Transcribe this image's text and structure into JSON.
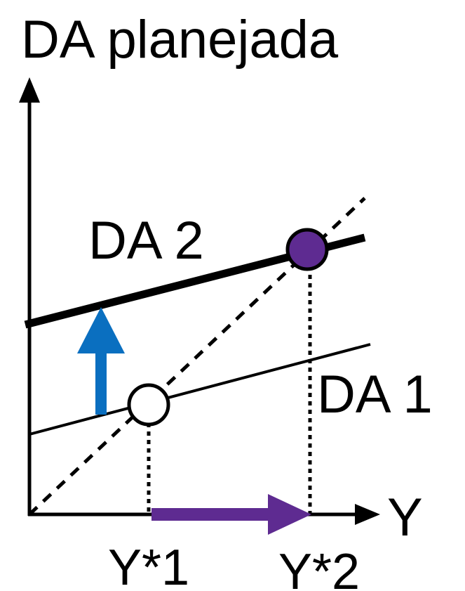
{
  "diagram": {
    "y_axis_label": "DA planejada",
    "x_axis_label": "Y",
    "curves": [
      {
        "id": "da1",
        "label": "DA 1"
      },
      {
        "id": "da2",
        "label": "DA 2"
      }
    ],
    "equilibria": [
      {
        "label": "Y*1",
        "marker": "open-circle"
      },
      {
        "label": "Y*2",
        "marker": "filled-circle"
      }
    ],
    "colors": {
      "axis": "#000000",
      "shift_up_arrow": "#0a6fc0",
      "shift_right_arrow": "#5e2b91",
      "equilibrium_filled": "#5e2b91",
      "equilibrium_open": "#ffffff"
    },
    "legend": false,
    "grid": false
  }
}
